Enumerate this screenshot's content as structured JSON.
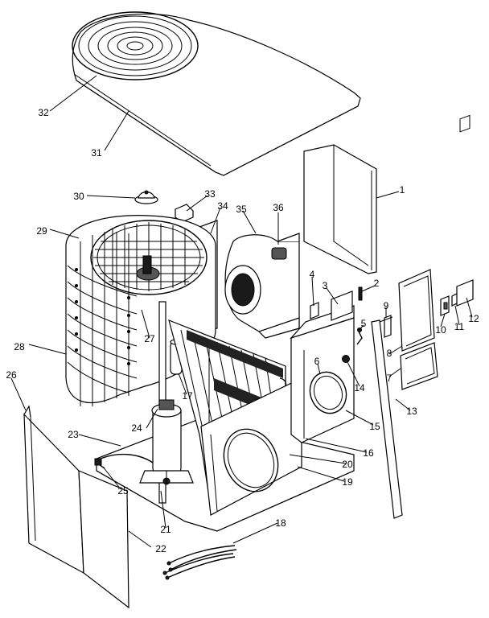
{
  "callouts": [
    "1",
    "2",
    "3",
    "4",
    "5",
    "6",
    "7",
    "8",
    "9",
    "10",
    "11",
    "12",
    "13",
    "14",
    "15",
    "16",
    "17",
    "18",
    "19",
    "20",
    "21",
    "22",
    "23",
    "24",
    "25",
    "26",
    "27",
    "28",
    "29",
    "30",
    "31",
    "32",
    "33",
    "34",
    "35",
    "36"
  ]
}
